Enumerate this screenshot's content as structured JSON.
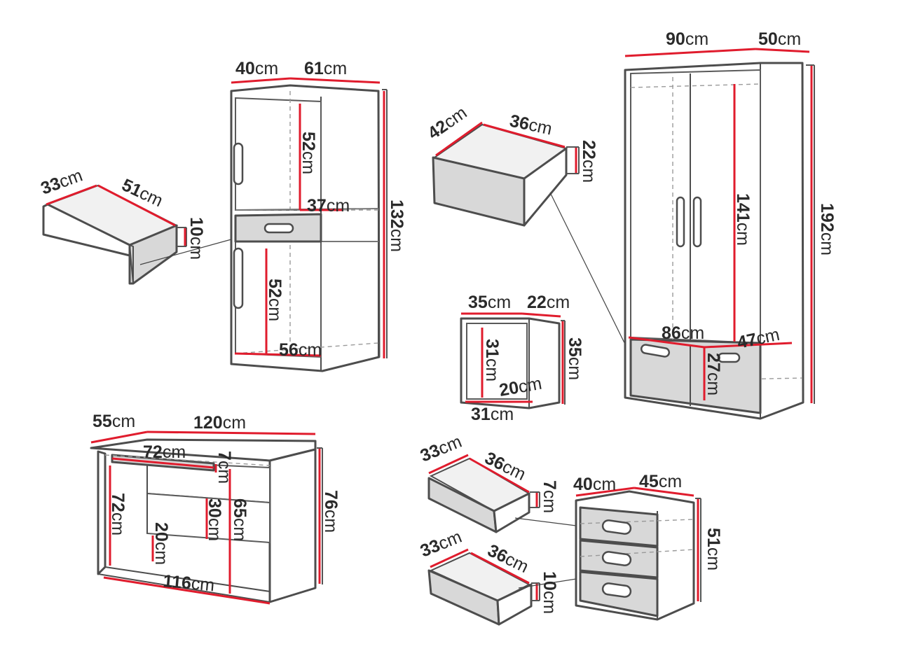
{
  "colors": {
    "dimension_line": "#e01c2d",
    "outline": "#4d4d4d",
    "drawer_front": "#d8d8d8",
    "background": "#ffffff"
  },
  "items": {
    "cabinet": {
      "depth": {
        "value": "40",
        "unit": "cm"
      },
      "width": {
        "value": "61",
        "unit": "cm"
      },
      "height": {
        "value": "132",
        "unit": "cm"
      },
      "upper_compartment_height": {
        "value": "52",
        "unit": "cm"
      },
      "lower_compartment_height": {
        "value": "52",
        "unit": "cm"
      },
      "shelf_depth": {
        "value": "37",
        "unit": "cm"
      },
      "inner_width": {
        "value": "56",
        "unit": "cm"
      }
    },
    "cabinet_drawer": {
      "depth": {
        "value": "33",
        "unit": "cm"
      },
      "width": {
        "value": "51",
        "unit": "cm"
      },
      "height": {
        "value": "10",
        "unit": "cm"
      }
    },
    "wardrobe_drawer": {
      "depth": {
        "value": "42",
        "unit": "cm"
      },
      "width": {
        "value": "36",
        "unit": "cm"
      },
      "height": {
        "value": "22",
        "unit": "cm"
      }
    },
    "wardrobe": {
      "width": {
        "value": "90",
        "unit": "cm"
      },
      "depth": {
        "value": "50",
        "unit": "cm"
      },
      "height": {
        "value": "192",
        "unit": "cm"
      },
      "inner_height": {
        "value": "141",
        "unit": "cm"
      },
      "inner_width": {
        "value": "86",
        "unit": "cm"
      },
      "inner_depth": {
        "value": "47",
        "unit": "cm"
      },
      "drawer_space_height": {
        "value": "27",
        "unit": "cm"
      }
    },
    "cube": {
      "width": {
        "value": "35",
        "unit": "cm"
      },
      "depth": {
        "value": "22",
        "unit": "cm"
      },
      "height": {
        "value": "35",
        "unit": "cm"
      },
      "inner_height": {
        "value": "31",
        "unit": "cm"
      },
      "inner_depth": {
        "value": "20",
        "unit": "cm"
      },
      "inner_width": {
        "value": "31",
        "unit": "cm"
      }
    },
    "desk": {
      "depth": {
        "value": "55",
        "unit": "cm"
      },
      "width": {
        "value": "120",
        "unit": "cm"
      },
      "height": {
        "value": "76",
        "unit": "cm"
      },
      "keyboard_tray_width": {
        "value": "72",
        "unit": "cm"
      },
      "keyboard_tray_height": {
        "value": "7",
        "unit": "cm"
      },
      "left_leg_space_height": {
        "value": "72",
        "unit": "cm"
      },
      "shelf_opening_height": {
        "value": "30",
        "unit": "cm"
      },
      "lower_opening_height": {
        "value": "20",
        "unit": "cm"
      },
      "right_inner_height": {
        "value": "65",
        "unit": "cm"
      },
      "inner_width": {
        "value": "116",
        "unit": "cm"
      }
    },
    "small_drawer": {
      "depth": {
        "value": "33",
        "unit": "cm"
      },
      "width": {
        "value": "36",
        "unit": "cm"
      },
      "height": {
        "value": "7",
        "unit": "cm"
      }
    },
    "large_drawer": {
      "depth": {
        "value": "33",
        "unit": "cm"
      },
      "width": {
        "value": "36",
        "unit": "cm"
      },
      "height": {
        "value": "10",
        "unit": "cm"
      }
    },
    "chest": {
      "depth": {
        "value": "40",
        "unit": "cm"
      },
      "width": {
        "value": "45",
        "unit": "cm"
      },
      "height": {
        "value": "51",
        "unit": "cm"
      }
    }
  }
}
